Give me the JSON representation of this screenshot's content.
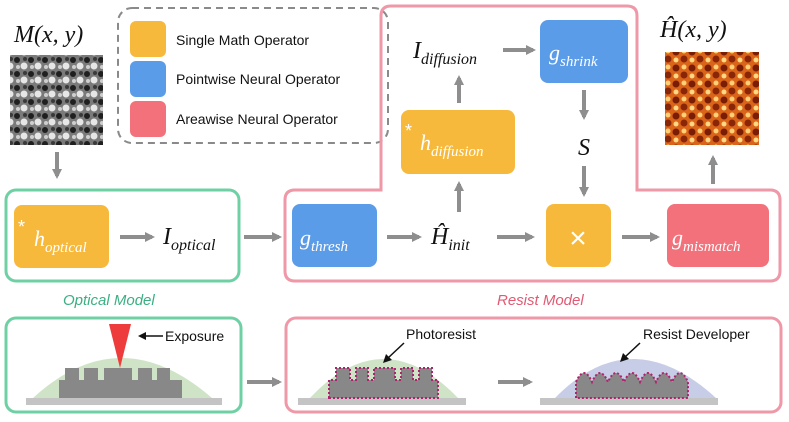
{
  "colors": {
    "single_math": "#F7B93B",
    "pointwise": "#5B9CE8",
    "areawise": "#F2717A",
    "optical_border": "#6FD0A4",
    "resist_border": "#EE98A8",
    "arrow": "#8E8E8E",
    "optical_label": "#3BAF83",
    "resist_label": "#E05A73"
  },
  "legend": {
    "items": [
      {
        "label": "Single Math Operator",
        "color": "#F7B93B"
      },
      {
        "label": "Pointwise Neural Operator",
        "color": "#5B9CE8"
      },
      {
        "label": "Areawise Neural Operator",
        "color": "#F2717A"
      }
    ]
  },
  "input": {
    "label": "M(x, y)"
  },
  "output": {
    "label": "Ĥ(x, y)"
  },
  "optical": {
    "operator": "h",
    "operator_sub": "optical",
    "intermediate": "I",
    "intermediate_sub": "optical",
    "caption": "Optical Model"
  },
  "resist": {
    "thresh": "g",
    "thresh_sub": "thresh",
    "init": "Ĥ",
    "init_sub": "init",
    "diffusion": "h",
    "diffusion_sub": "diffusion",
    "idiff": "I",
    "idiff_sub": "diffusion",
    "shrink": "g",
    "shrink_sub": "shrink",
    "s": "S",
    "multiply": "×",
    "mismatch": "g",
    "mismatch_sub": "mismatch",
    "caption": "Resist Model"
  },
  "asterisk": "*",
  "bottom": {
    "exposure": "Exposure",
    "photoresist": "Photoresist",
    "developer": "Resist Developer"
  }
}
